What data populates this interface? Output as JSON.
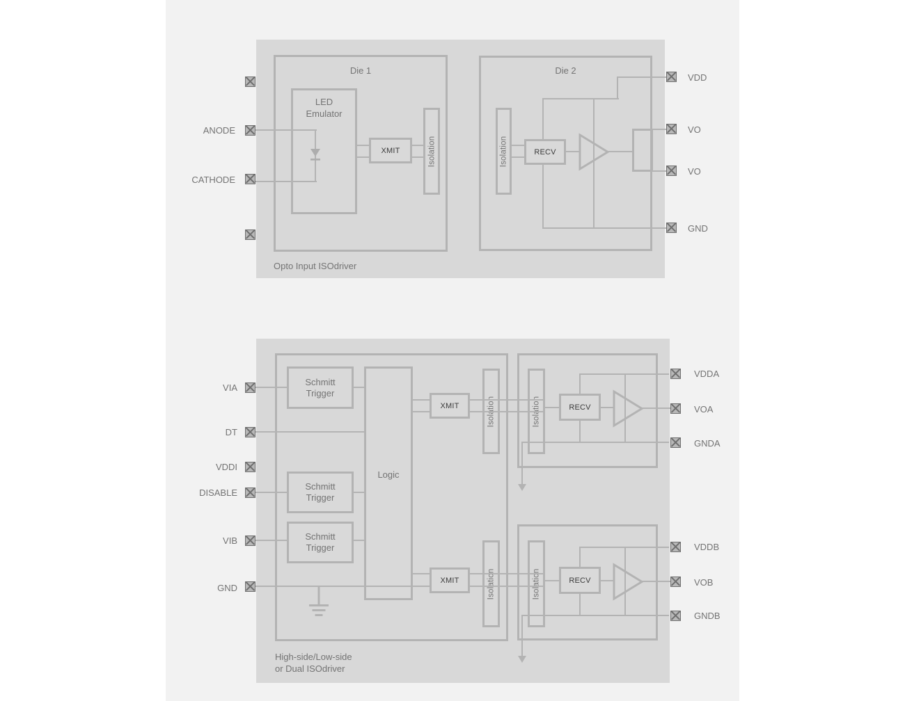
{
  "colors": {
    "page_bg": "#ffffff",
    "canvas_bg": "#f2f2f2",
    "panel_bg": "#d8d8d8",
    "line": "#b3b3b3",
    "label_text": "#737373",
    "box_text": "#3a3a3a",
    "pin_fill": "#b8b8b8",
    "pin_stroke": "#6e6e6e"
  },
  "top_diagram": {
    "caption": "Opto Input ISOdriver",
    "die1_label": "Die 1",
    "die2_label": "Die 2",
    "led_emulator_line1": "LED",
    "led_emulator_line2": "Emulator",
    "xmit_label": "XMIT",
    "recv_label": "RECV",
    "isolation_die1": "Isolation",
    "isolation_die2": "Isolation",
    "left_pins": [
      "ANODE",
      "CATHODE"
    ],
    "right_pins": [
      "VDD",
      "VO",
      "VO",
      "GND"
    ]
  },
  "bottom_diagram": {
    "caption_line1": "High-side/Low-side",
    "caption_line2": "or Dual ISOdriver",
    "schmitt_trigger_line1": "Schmitt",
    "schmitt_trigger_line2": "Trigger",
    "logic_label": "Logic",
    "xmit_a": "XMIT",
    "xmit_b": "XMIT",
    "recv_a": "RECV",
    "recv_b": "RECV",
    "isolation_labels": [
      "Isolation",
      "Isolation",
      "Isolation",
      "Isolation"
    ],
    "left_pins": [
      "VIA",
      "DT",
      "VDDI",
      "DISABLE",
      "VIB",
      "GND"
    ],
    "right_pins": [
      "VDDA",
      "VOA",
      "GNDA",
      "VDDB",
      "VOB",
      "GNDB"
    ]
  }
}
